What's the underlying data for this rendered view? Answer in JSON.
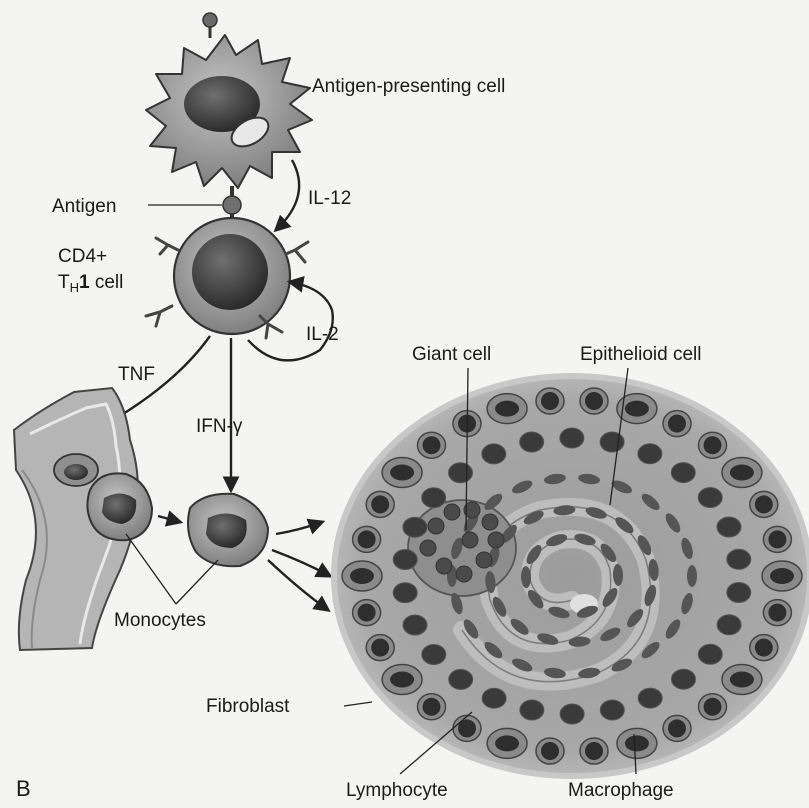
{
  "labels": {
    "apc": "Antigen-presenting cell",
    "il12": "IL-12",
    "antigen": "Antigen",
    "cd4_line1": "CD4+",
    "cd4_line2_t": "T",
    "cd4_line2_h": "H",
    "cd4_line2_1": "1",
    "cd4_line2_cell": " cell",
    "il2": "IL-2",
    "tnf": "TNF",
    "ifn": "IFN-γ",
    "giant_cell": "Giant cell",
    "epithelioid_cell": "Epithelioid cell",
    "monocytes": "Monocytes",
    "fibroblast": "Fibroblast",
    "lymphocyte": "Lymphocyte",
    "macrophage": "Macrophage",
    "panel": "B"
  },
  "colors": {
    "background": "#f4f4f2",
    "cell_body": "#9a9a9a",
    "nucleus": "#3c3c3c",
    "outline": "#333333",
    "vessel": "#b0b0b0"
  }
}
